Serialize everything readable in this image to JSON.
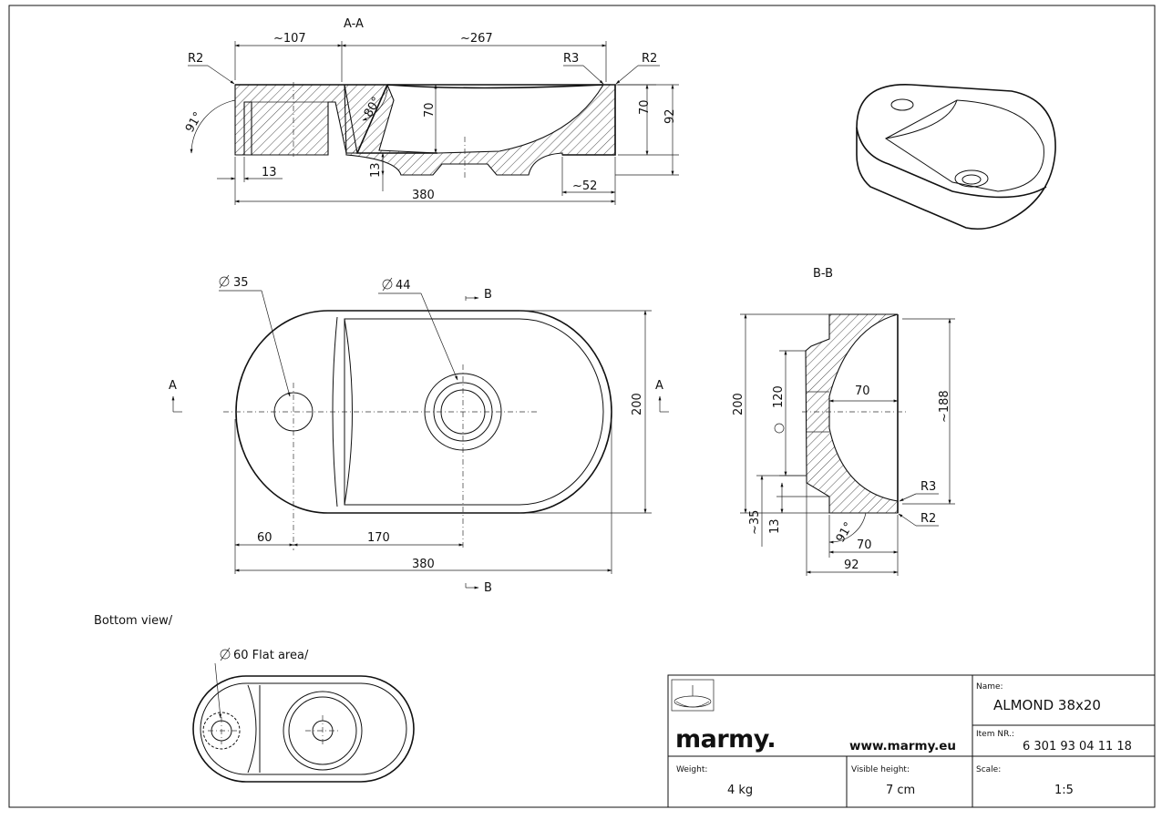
{
  "sections": {
    "aa": "A-A",
    "bb": "B-B",
    "bottom_view": "Bottom view/"
  },
  "dims_aa": {
    "d107": "~107",
    "d267": "~267",
    "r2_left": "R2",
    "r3": "R3",
    "r2_right": "R2",
    "ang91": "91°",
    "ang80": "80°",
    "h70a": "70",
    "h70b": "70",
    "h92": "92",
    "d13": "13",
    "d13v": "13",
    "d380": "380",
    "d52": "~52"
  },
  "dims_plan": {
    "dia35": "35",
    "dia44": "44",
    "sec_b_top": "B",
    "sec_b_bottom": "B",
    "sec_a_left": "A",
    "sec_a_right": "A",
    "d200": "200",
    "d60": "60",
    "d170": "170",
    "d380": "380"
  },
  "dims_bb": {
    "d200": "200",
    "dia120": "120",
    "d70": "70",
    "d188": "~188",
    "r3": "R3",
    "r2": "R2",
    "ang91": "91°",
    "d35": "~35",
    "d13": "13",
    "d70b": "70",
    "d92": "92"
  },
  "bottom": {
    "flat_label": "60 Flat area/"
  },
  "title_block": {
    "logo": "marmy.",
    "website": "www.marmy.eu",
    "name_label": "Name:",
    "name_value": "ALMOND 38x20",
    "item_label": "Item NR.:",
    "item_value": "6 301 93 04 11 18",
    "weight_label": "Weight:",
    "weight_value": "4 kg",
    "height_label": "Visible height:",
    "height_value": "7 cm",
    "scale_label": "Scale:",
    "scale_value": "1:5"
  },
  "icons": {
    "diameter": "diameter-icon",
    "sink": "sink-icon"
  }
}
